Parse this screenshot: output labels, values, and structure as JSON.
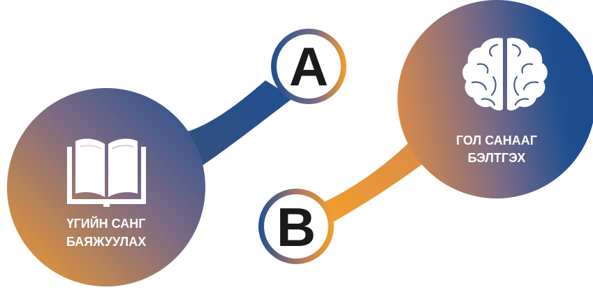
{
  "infographic": {
    "item_a": {
      "letter": "A",
      "label_line1": "ГОЛ САНААГ",
      "label_line2": "БЭЛТГЭХ",
      "icon": "brain-icon"
    },
    "item_b": {
      "letter": "B",
      "label_line1": "ҮГИЙН САНГ",
      "label_line2": "БАЯЖУУЛАХ",
      "icon": "open-book-icon"
    },
    "colors": {
      "orange": "#f4a02a",
      "blue": "#1f4f91",
      "purple": "#7a6a86",
      "letter": "#1a1a1a",
      "white": "#ffffff"
    }
  }
}
